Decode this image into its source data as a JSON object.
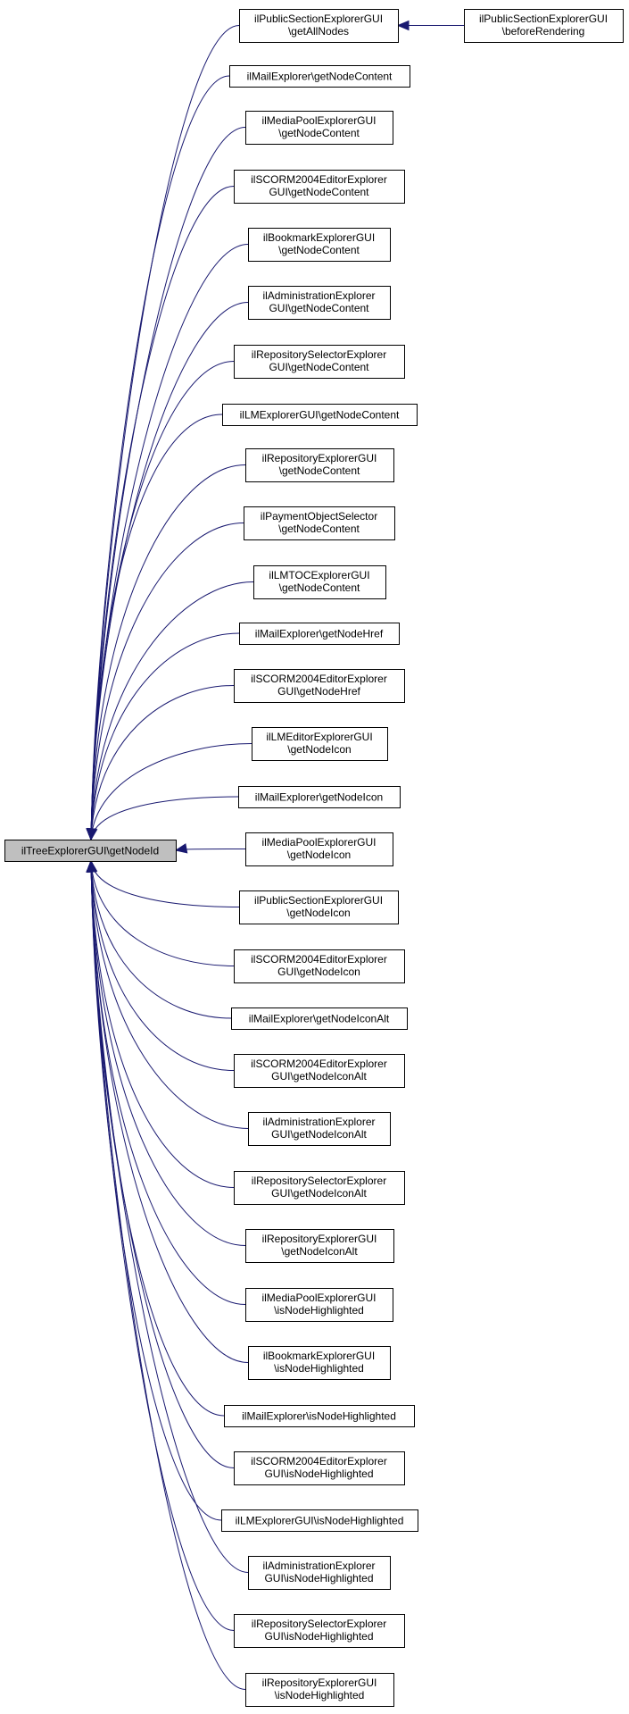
{
  "diagram": {
    "root": {
      "id": "root",
      "lines": [
        "ilTreeExplorerGUI\\getNodeId"
      ]
    },
    "nodes": [
      {
        "id": "n1",
        "lines": [
          "ilPublicSectionExplorerGUI",
          "\\getAllNodes"
        ]
      },
      {
        "id": "n1b",
        "lines": [
          "ilPublicSectionExplorerGUI",
          "\\beforeRendering"
        ]
      },
      {
        "id": "n2",
        "lines": [
          "ilMailExplorer\\getNodeContent"
        ]
      },
      {
        "id": "n3",
        "lines": [
          "ilMediaPoolExplorerGUI",
          "\\getNodeContent"
        ]
      },
      {
        "id": "n4",
        "lines": [
          "ilSCORM2004EditorExplorer",
          "GUI\\getNodeContent"
        ]
      },
      {
        "id": "n5",
        "lines": [
          "ilBookmarkExplorerGUI",
          "\\getNodeContent"
        ]
      },
      {
        "id": "n6",
        "lines": [
          "ilAdministrationExplorer",
          "GUI\\getNodeContent"
        ]
      },
      {
        "id": "n7",
        "lines": [
          "ilRepositorySelectorExplorer",
          "GUI\\getNodeContent"
        ]
      },
      {
        "id": "n8",
        "lines": [
          "ilLMExplorerGUI\\getNodeContent"
        ]
      },
      {
        "id": "n9",
        "lines": [
          "ilRepositoryExplorerGUI",
          "\\getNodeContent"
        ]
      },
      {
        "id": "n10",
        "lines": [
          "ilPaymentObjectSelector",
          "\\getNodeContent"
        ]
      },
      {
        "id": "n11",
        "lines": [
          "ilLMTOCExplorerGUI",
          "\\getNodeContent"
        ]
      },
      {
        "id": "n12",
        "lines": [
          "ilMailExplorer\\getNodeHref"
        ]
      },
      {
        "id": "n13",
        "lines": [
          "ilSCORM2004EditorExplorer",
          "GUI\\getNodeHref"
        ]
      },
      {
        "id": "n14",
        "lines": [
          "ilLMEditorExplorerGUI",
          "\\getNodeIcon"
        ]
      },
      {
        "id": "n15",
        "lines": [
          "ilMailExplorer\\getNodeIcon"
        ]
      },
      {
        "id": "n16",
        "lines": [
          "ilMediaPoolExplorerGUI",
          "\\getNodeIcon"
        ]
      },
      {
        "id": "n17",
        "lines": [
          "ilPublicSectionExplorerGUI",
          "\\getNodeIcon"
        ]
      },
      {
        "id": "n18",
        "lines": [
          "ilSCORM2004EditorExplorer",
          "GUI\\getNodeIcon"
        ]
      },
      {
        "id": "n19",
        "lines": [
          "ilMailExplorer\\getNodeIconAlt"
        ]
      },
      {
        "id": "n20",
        "lines": [
          "ilSCORM2004EditorExplorer",
          "GUI\\getNodeIconAlt"
        ]
      },
      {
        "id": "n21",
        "lines": [
          "ilAdministrationExplorer",
          "GUI\\getNodeIconAlt"
        ]
      },
      {
        "id": "n22",
        "lines": [
          "ilRepositorySelectorExplorer",
          "GUI\\getNodeIconAlt"
        ]
      },
      {
        "id": "n23",
        "lines": [
          "ilRepositoryExplorerGUI",
          "\\getNodeIconAlt"
        ]
      },
      {
        "id": "n24",
        "lines": [
          "ilMediaPoolExplorerGUI",
          "\\isNodeHighlighted"
        ]
      },
      {
        "id": "n25",
        "lines": [
          "ilBookmarkExplorerGUI",
          "\\isNodeHighlighted"
        ]
      },
      {
        "id": "n26",
        "lines": [
          "ilMailExplorer\\isNodeHighlighted"
        ]
      },
      {
        "id": "n27",
        "lines": [
          "ilSCORM2004EditorExplorer",
          "GUI\\isNodeHighlighted"
        ]
      },
      {
        "id": "n28",
        "lines": [
          "ilLMExplorerGUI\\isNodeHighlighted"
        ]
      },
      {
        "id": "n29",
        "lines": [
          "ilAdministrationExplorer",
          "GUI\\isNodeHighlighted"
        ]
      },
      {
        "id": "n30",
        "lines": [
          "ilRepositorySelectorExplorer",
          "GUI\\isNodeHighlighted"
        ]
      },
      {
        "id": "n31",
        "lines": [
          "ilRepositoryExplorerGUI",
          "\\isNodeHighlighted"
        ]
      }
    ],
    "edges": [
      {
        "from": "n1",
        "to": "root"
      },
      {
        "from": "n1b",
        "to": "n1"
      },
      {
        "from": "n2",
        "to": "root"
      },
      {
        "from": "n3",
        "to": "root"
      },
      {
        "from": "n4",
        "to": "root"
      },
      {
        "from": "n5",
        "to": "root"
      },
      {
        "from": "n6",
        "to": "root"
      },
      {
        "from": "n7",
        "to": "root"
      },
      {
        "from": "n8",
        "to": "root"
      },
      {
        "from": "n9",
        "to": "root"
      },
      {
        "from": "n10",
        "to": "root"
      },
      {
        "from": "n11",
        "to": "root"
      },
      {
        "from": "n12",
        "to": "root"
      },
      {
        "from": "n13",
        "to": "root"
      },
      {
        "from": "n14",
        "to": "root"
      },
      {
        "from": "n15",
        "to": "root"
      },
      {
        "from": "n16",
        "to": "root"
      },
      {
        "from": "n17",
        "to": "root"
      },
      {
        "from": "n18",
        "to": "root"
      },
      {
        "from": "n19",
        "to": "root"
      },
      {
        "from": "n20",
        "to": "root"
      },
      {
        "from": "n21",
        "to": "root"
      },
      {
        "from": "n22",
        "to": "root"
      },
      {
        "from": "n23",
        "to": "root"
      },
      {
        "from": "n24",
        "to": "root"
      },
      {
        "from": "n25",
        "to": "root"
      },
      {
        "from": "n26",
        "to": "root"
      },
      {
        "from": "n27",
        "to": "root"
      },
      {
        "from": "n28",
        "to": "root"
      },
      {
        "from": "n29",
        "to": "root"
      },
      {
        "from": "n30",
        "to": "root"
      },
      {
        "from": "n31",
        "to": "root"
      }
    ]
  },
  "colors": {
    "edge": "#191970",
    "root_fill": "#bfbfbf",
    "node_fill": "#ffffff",
    "border": "#000000"
  }
}
